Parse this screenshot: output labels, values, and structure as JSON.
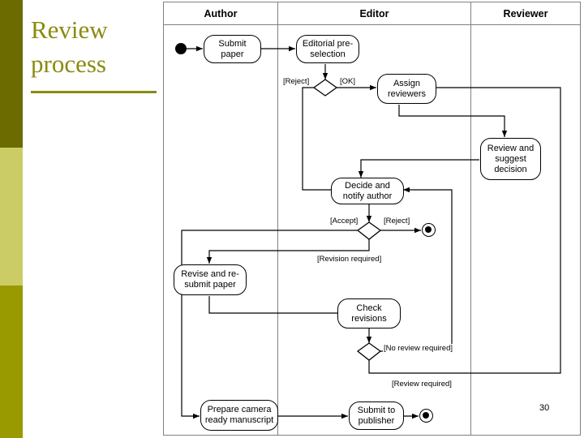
{
  "slide": {
    "title_line1": "Review",
    "title_line2": "process",
    "page_number": "30",
    "accent_dark": "#6b6b00",
    "accent_mid": "#cccc66",
    "accent_bright": "#999900",
    "title_color": "#8a8a10"
  },
  "diagram": {
    "type": "uml-activity-diagram",
    "lanes": [
      {
        "label": "Author"
      },
      {
        "label": "Editor"
      },
      {
        "label": "Reviewer"
      }
    ],
    "activities": [
      {
        "id": "submit-paper",
        "label": "Submit\npaper",
        "lane": "Author"
      },
      {
        "id": "editorial-pre-selection",
        "label": "Editorial pre-\nselection",
        "lane": "Editor"
      },
      {
        "id": "assign-reviewers",
        "label": "Assign\nreviewers",
        "lane": "Editor"
      },
      {
        "id": "review-and-suggest",
        "label": "Review and\nsuggest\ndecision",
        "lane": "Reviewer"
      },
      {
        "id": "decide-notify-author",
        "label": "Decide and\nnotify author",
        "lane": "Editor"
      },
      {
        "id": "revise-resubmit-paper",
        "label": "Revise and re-\nsubmit paper",
        "lane": "Author"
      },
      {
        "id": "check-revisions",
        "label": "Check\nrevisions",
        "lane": "Editor"
      },
      {
        "id": "prepare-camera-ready",
        "label": "Prepare camera\nready manuscript",
        "lane": "Author"
      },
      {
        "id": "submit-to-publisher",
        "label": "Submit to\npublisher",
        "lane": "Editor"
      }
    ],
    "initial_nodes": [
      {
        "id": "start",
        "lane": "Author"
      }
    ],
    "final_nodes": [
      {
        "id": "end-reject",
        "lane": "Editor"
      },
      {
        "id": "end-published",
        "lane": "Editor"
      }
    ],
    "decisions": [
      {
        "id": "d-preselect",
        "lane": "Editor",
        "guards": [
          "[Reject]",
          "[OK]"
        ]
      },
      {
        "id": "d-decision",
        "lane": "Editor",
        "guards": [
          "[Accept]",
          "[Reject]",
          "[Revision required]"
        ]
      },
      {
        "id": "d-recheck",
        "lane": "Editor",
        "guards": [
          "[No review required]",
          "[Review required]"
        ]
      }
    ],
    "guards": [
      {
        "id": "g-reject-pre",
        "text": "[Reject]"
      },
      {
        "id": "g-ok",
        "text": "[OK]"
      },
      {
        "id": "g-accept",
        "text": "[Accept]"
      },
      {
        "id": "g-reject-decision",
        "text": "[Reject]"
      },
      {
        "id": "g-revision-required",
        "text": "[Revision required]"
      },
      {
        "id": "g-no-review",
        "text": "[No review required]"
      },
      {
        "id": "g-review-required",
        "text": "[Review required]"
      }
    ]
  }
}
